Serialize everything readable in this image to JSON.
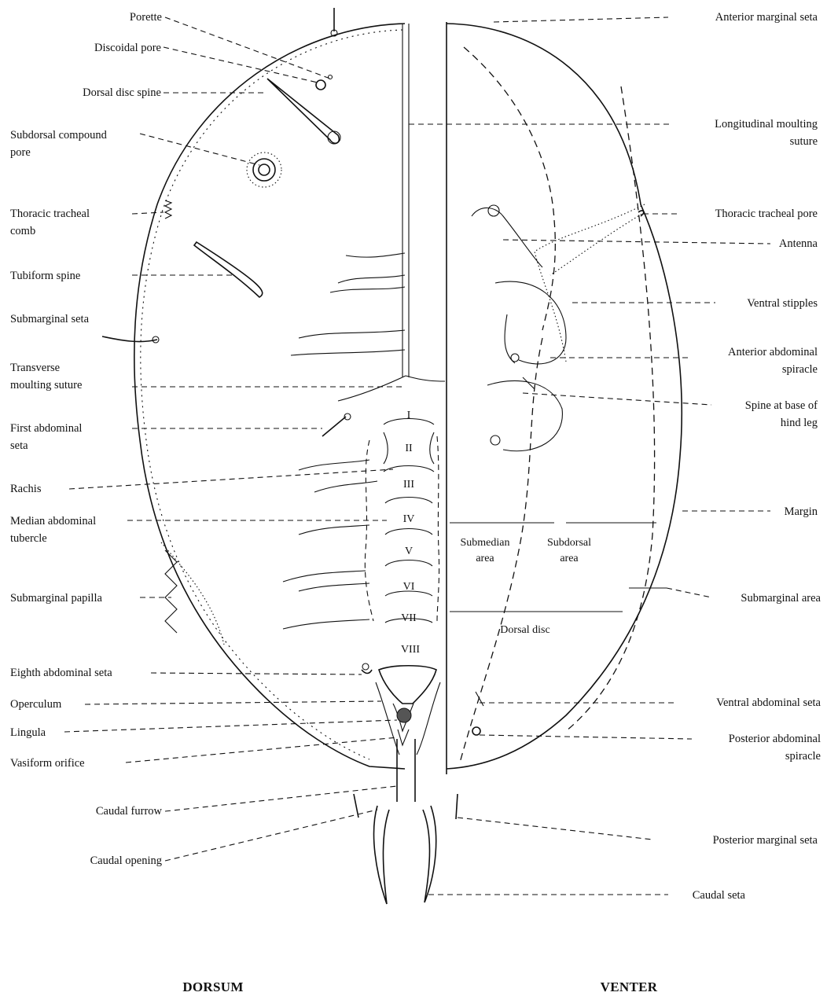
{
  "figure": {
    "views": {
      "left": "DORSUM",
      "right": "VENTER"
    },
    "segments": [
      "I",
      "II",
      "III",
      "IV",
      "V",
      "VI",
      "VII",
      "VIII"
    ],
    "labels_left": [
      "Porette",
      "Discoidal pore",
      "Dorsal disc spine",
      "Subdorsal compound",
      "pore",
      "Thoracic tracheal",
      "comb",
      "Tubiform spine",
      "Submarginal seta",
      "Transverse",
      "moulting suture",
      "First abdominal",
      "seta",
      "Rachis",
      "Median abdominal",
      "tubercle",
      "Submarginal papilla",
      "Eighth abdominal seta",
      "Operculum",
      "Lingula",
      "Vasiform orifice",
      "Caudal furrow",
      "Caudal opening"
    ],
    "labels_right": [
      "Anterior marginal seta",
      "Longitudinal moulting",
      "suture",
      "Thoracic tracheal pore",
      "Antenna",
      "Ventral stipples",
      "Anterior abdominal",
      "spiracle",
      "Spine at base of",
      "hind leg",
      "Margin",
      "Submarginal area",
      "Ventral abdominal seta",
      "Posterior abdominal",
      "spiracle",
      "Posterior marginal seta",
      "Caudal seta"
    ],
    "area_labels": [
      "Submedian",
      "area",
      "Subdorsal",
      "area",
      "Dorsal disc"
    ]
  }
}
